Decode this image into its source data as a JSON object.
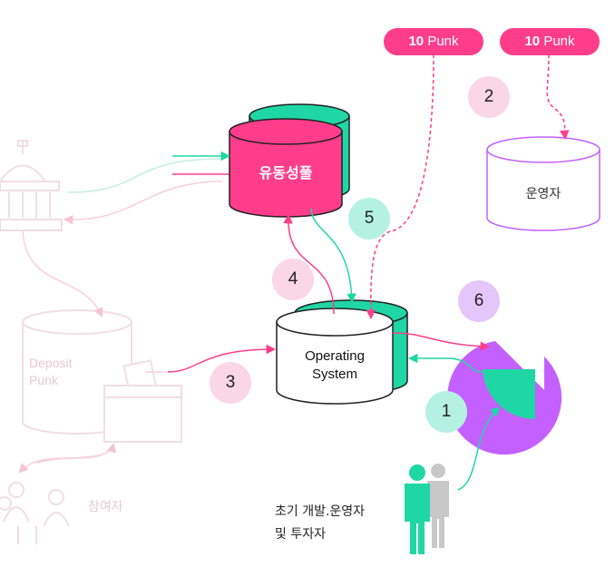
{
  "pills": [
    {
      "amount": "10",
      "unit": "Punk"
    },
    {
      "amount": "10",
      "unit": "Punk"
    }
  ],
  "steps": [
    "1",
    "2",
    "3",
    "4",
    "5",
    "6"
  ],
  "nodes": {
    "liquidity_pool": "유동성풀",
    "operator": "운영자",
    "operating_system_line1": "Operating",
    "operating_system_line2": "System",
    "deposit_line1": "Deposit",
    "deposit_line2": "Punk",
    "participants": "참여자",
    "developers_line1": "초기 개발.운영자",
    "developers_line2": "및 투자자"
  },
  "colors": {
    "pink": "#ff3d8b",
    "teal": "#1fd7a4",
    "purple": "#c460ff",
    "faded": "#f4d4dd"
  }
}
